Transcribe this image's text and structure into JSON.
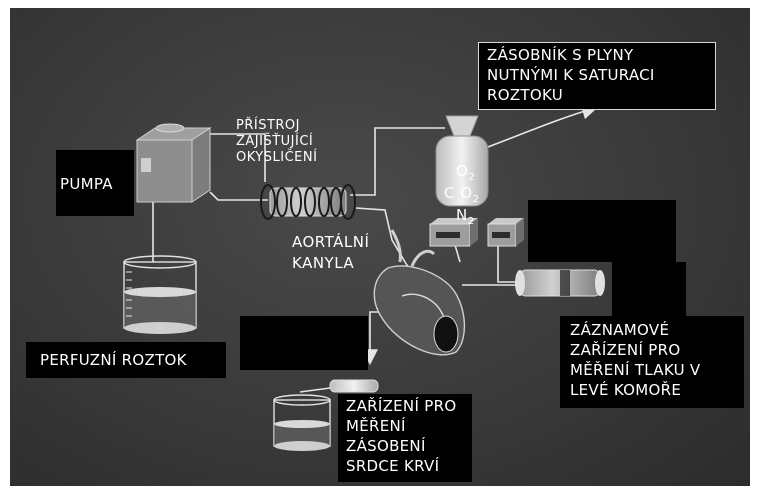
{
  "labels": {
    "gas_tank": "ZÁSOBNÍK S PLYNY\nNUTNÝMI K SATURACI\nROZTOKU",
    "oxygenator": "PŘÍSTROJ\nZAJIŠŤUJÍCÍ\nOKYSLIČENÍ",
    "pump": "PUMPA",
    "aortic_cannula": "AORTÁLNÍ\nKANYLA",
    "perfusion_solution": "PERFUZNÍ ROZTOK",
    "recording_device": "ZÁZNAMOVÉ\nZAŘÍZENÍ PRO\nMĚŘENÍ TLAKU V\nLEVÉ KOMOŘE",
    "blood_supply_device": "ZAŘÍZENÍ PRO\nMĚŘENÍ\nZÁSOBENÍ\nSRDCE KRVÍ"
  },
  "gas_symbols": {
    "o": "O",
    "o_sub": "2",
    "c": "C",
    "co_o": "O",
    "co_sub": "2",
    "n": "N",
    "n_sub": "2"
  },
  "colors": {
    "background": "#3f3f3f",
    "label_background": "#000000",
    "label_text": "#ffffff",
    "line": "#e6e6e6"
  }
}
